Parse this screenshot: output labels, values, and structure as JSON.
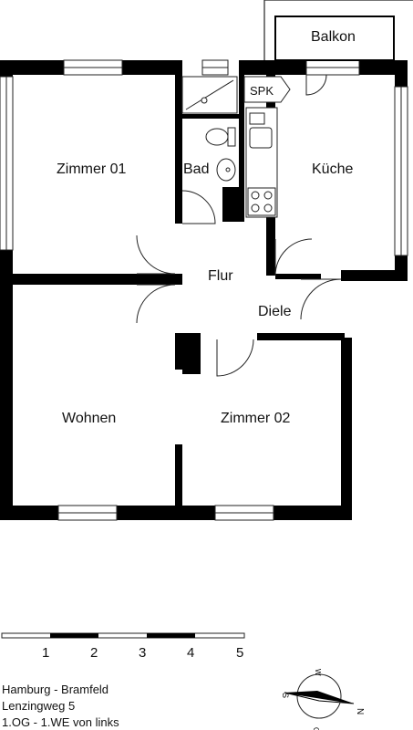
{
  "rooms": {
    "balkon": "Balkon",
    "spk": "SPK",
    "zimmer01": "Zimmer 01",
    "bad": "Bad",
    "kueche": "Küche",
    "flur": "Flur",
    "diele": "Diele",
    "wohnen": "Wohnen",
    "zimmer02": "Zimmer 02"
  },
  "scale_bar": {
    "labels": [
      "1",
      "2",
      "3",
      "4",
      "5"
    ]
  },
  "address": {
    "line1": "Hamburg - Bramfeld",
    "line2": "Lenzingweg 5",
    "line3": "1.OG - 1.WE von links"
  },
  "compass": {
    "north": "N",
    "south": "S",
    "west": "W",
    "east": "O"
  },
  "colors": {
    "wall": "#000000",
    "background": "#ffffff",
    "stroke": "#222222"
  }
}
